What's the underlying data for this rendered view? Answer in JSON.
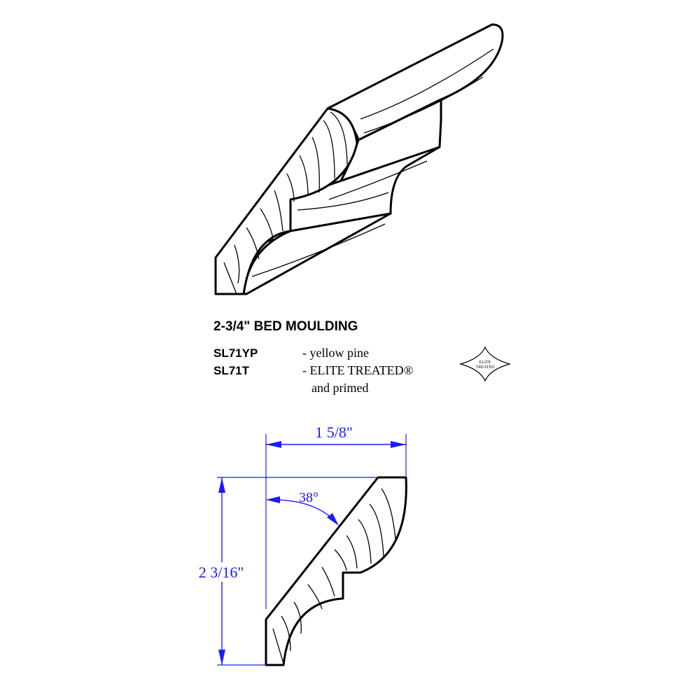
{
  "title": "2-3/4\" BED MOULDING",
  "products": [
    {
      "code": "SL71YP",
      "description": "- yellow pine"
    },
    {
      "code": "SL71T",
      "description": "- ELITE TREATED®",
      "description_line2": "and primed"
    }
  ],
  "logo": {
    "line1": "ELITE",
    "line2": "TREATED"
  },
  "dimensions": {
    "width": "1 5/8\"",
    "height": "2 3/16\"",
    "angle": "38°"
  },
  "colors": {
    "dimension": "#1a1aff",
    "line": "#000000"
  }
}
